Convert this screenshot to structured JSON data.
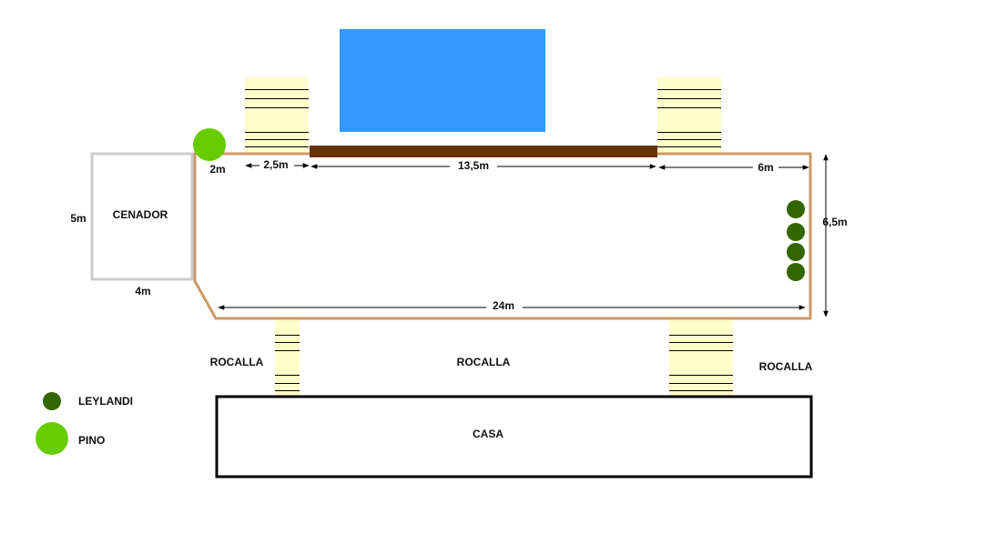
{
  "labels": {
    "gazebo": "CENADOR",
    "gazebo_depth": "5m",
    "gazebo_width": "4m",
    "pine_distance": "2m",
    "left_segment": "2,5m",
    "deck_segment": "13,5m",
    "right_segment": "6m",
    "garden_depth": "6,5m",
    "garden_length": "24m",
    "rockery_left": "ROCALLA",
    "rockery_center": "ROCALLA",
    "rockery_right": "ROCALLA",
    "house": "CASA"
  },
  "legend": {
    "leylandi": "LEYLANDI",
    "pino": "PINO"
  },
  "colors": {
    "pool": "#3399ff",
    "deck": "#663300",
    "garden_outline": "#cc9966",
    "steps": "#ffffcc",
    "leylandi": "#336600",
    "pino": "#66cc00",
    "gazebo_outline": "#cccccc"
  }
}
